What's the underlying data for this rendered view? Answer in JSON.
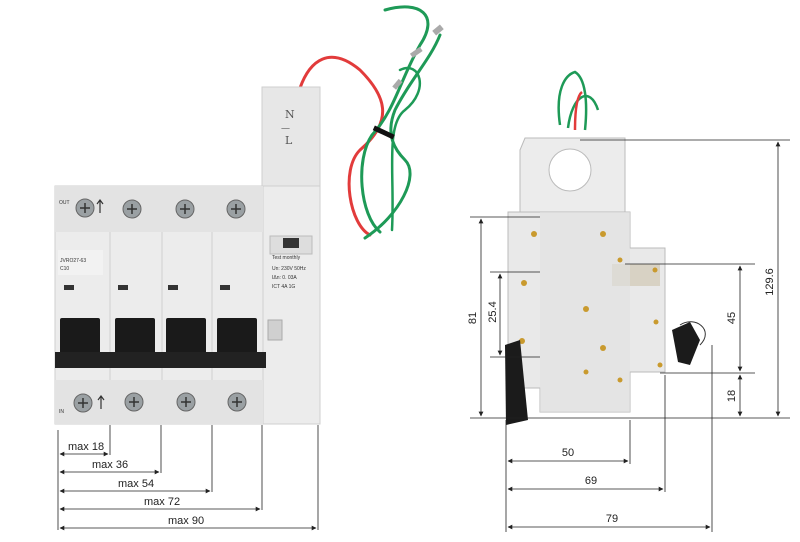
{
  "front": {
    "out_label": "OUT",
    "in_label": "IN",
    "model": "JVRO27-63",
    "rating": "C10",
    "n_label": "N",
    "dash_label": "—",
    "l_label": "L",
    "test_label": "Test monthly",
    "spec_lines": [
      "Un: 230V  50Hz",
      "IΔn: 0. 03A",
      "ICT 4A  1G"
    ]
  },
  "width_dims": [
    "max 18",
    "max 36",
    "max 54",
    "max 72",
    "max 90"
  ],
  "side_dims": {
    "h_129_6": "129.6",
    "h_81": "81",
    "h_25_4": "25.4",
    "h_45": "45",
    "h_18": "18",
    "d_50": "50",
    "d_69": "69",
    "d_79": "79"
  }
}
